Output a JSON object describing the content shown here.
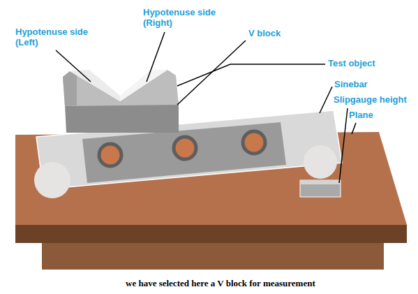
{
  "diagram": {
    "caption": "we have selected here a V block for measurement",
    "labels": [
      "Hypotenuse side (Left)",
      "Hypotenuse side (Right)",
      "V block",
      "Test object",
      "Sinebar",
      "Slipgauge height",
      "Plane"
    ]
  }
}
